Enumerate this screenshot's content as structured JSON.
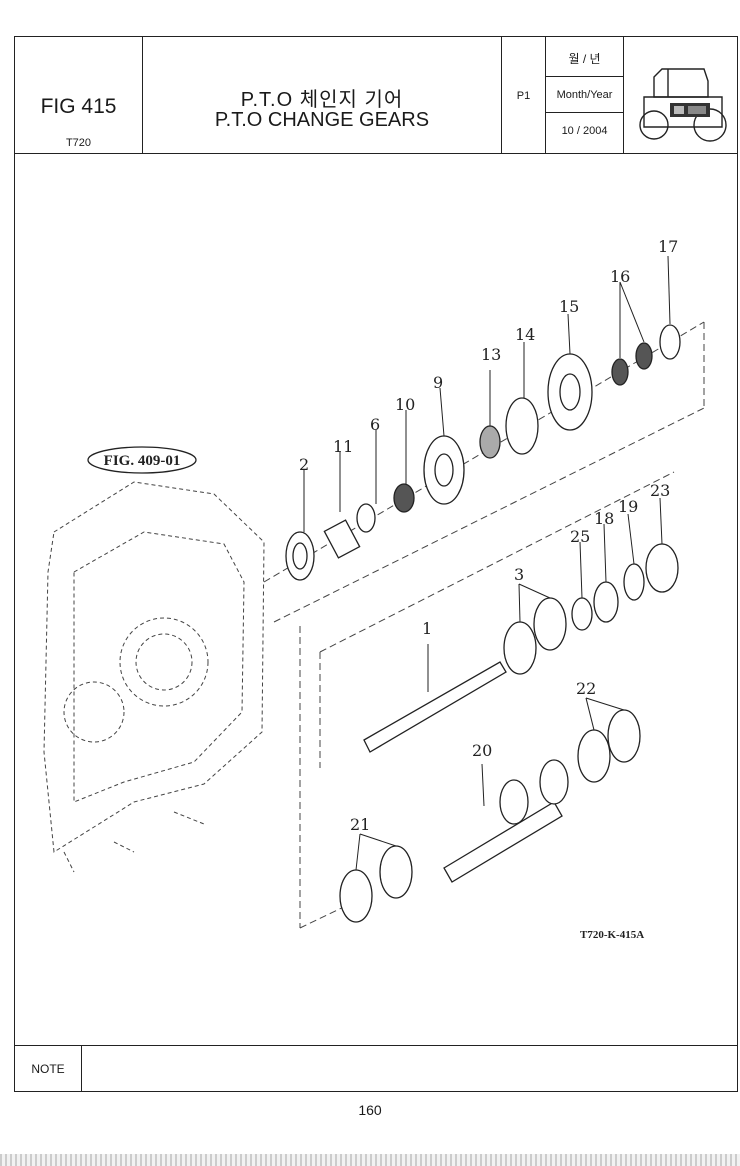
{
  "header": {
    "fig_no": "FIG 415",
    "model": "T720",
    "title_ko": "P.T.O 체인지 기어",
    "title_en": "P.T.O CHANGE GEARS",
    "page_id": "P1",
    "date_label_ko": "월 / 년",
    "date_label_en": "Month/Year",
    "date_value": "10 / 2004",
    "tractor_icon": "tractor-silhouette-icon"
  },
  "diagram": {
    "figure_ref": "FIG. 409-01",
    "doc_ref": "T720-K-415A",
    "callouts": [
      "1",
      "2",
      "3",
      "6",
      "9",
      "10",
      "11",
      "13",
      "14",
      "15",
      "16",
      "17",
      "18",
      "19",
      "20",
      "21",
      "22",
      "23",
      "25"
    ]
  },
  "footer": {
    "note_label": "NOTE",
    "page_number": "160"
  }
}
